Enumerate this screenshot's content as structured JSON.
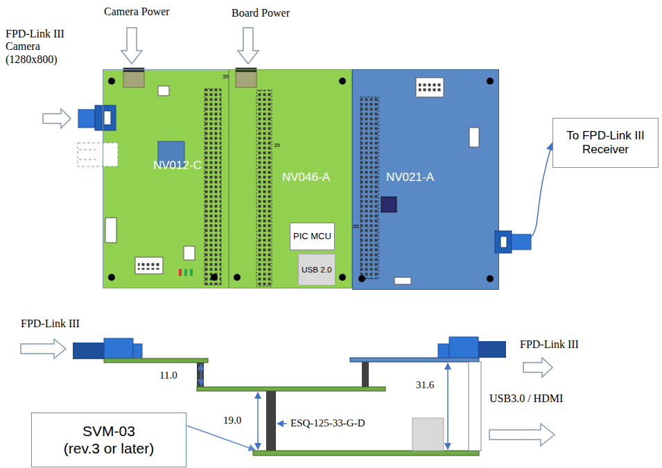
{
  "diagram": {
    "nodes": [
      {
        "text": [
          "NV012-C"
        ]
      },
      {
        "text": [
          "NV046-A"
        ]
      },
      {
        "text": [
          "PIC MCU"
        ],
        "in": 1
      },
      {
        "text": [
          "USB 2.0"
        ],
        "in": 1
      },
      {
        "text": [
          "NV021-A"
        ]
      },
      {
        "text": [
          "To FPD-Link III Receiver"
        ]
      },
      {
        "text": [
          "SVM-03",
          "(rev.3 or later)"
        ]
      }
    ],
    "edges": [
      {
        "from": 4,
        "to": 5,
        "arrow": "to"
      }
    ],
    "labels": [
      "Camera Power",
      "Board Power",
      "FPD-Link III Camera (1280x800)",
      "35",
      "35",
      "35",
      "FPD-Link III",
      "11.0",
      "19.0",
      "ESQ-125-33-G-D",
      "31.6",
      "FPD-Link III",
      "USB3.0 / HDMI"
    ]
  }
}
